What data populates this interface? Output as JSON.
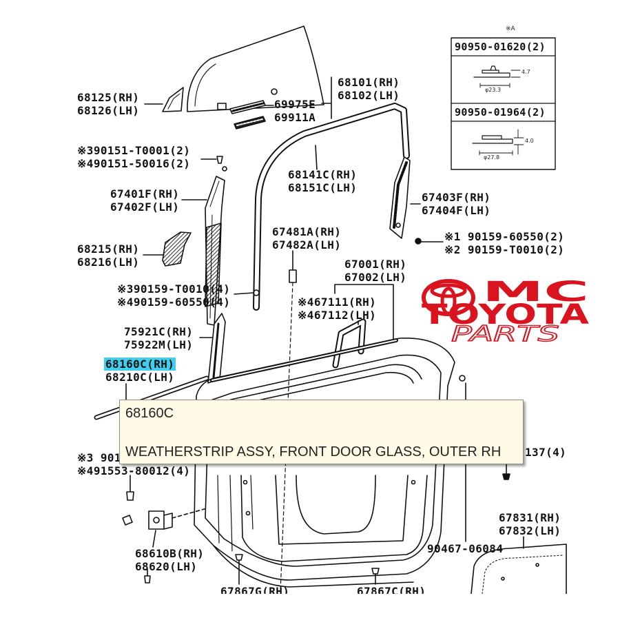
{
  "inset": {
    "marker": "※A",
    "parts": [
      {
        "number": "90950-01620(2)",
        "dim_a": "4.7",
        "dim_b": "φ23.3"
      },
      {
        "number": "90950-01964(2)",
        "dim_a": "4.0",
        "dim_b": "φ27.8"
      }
    ]
  },
  "callouts": [
    [
      "68125(RH)",
      "68126(LH)"
    ],
    [
      "69975E",
      "69911A"
    ],
    [
      "68101(RH)",
      "68102(LH)"
    ],
    [
      "※390151-T0001(2)",
      "※490151-50016(2)"
    ],
    [
      "68141C(RH)",
      "68151C(LH)"
    ],
    [
      "67401F(RH)",
      "67402F(LH)"
    ],
    [
      "67403F(RH)",
      "67404F(LH)"
    ],
    [
      "67481A(RH)",
      "67482A(LH)"
    ],
    [
      "※1 90159-60550(2)",
      "※2 90159-T0010(2)"
    ],
    [
      "68215(RH)",
      "68216(LH)"
    ],
    [
      "67001(RH)",
      "67002(LH)"
    ],
    [
      "※390159-T0010(4)",
      "※490159-60550(4)"
    ],
    [
      "※467111(RH)",
      "※467112(LH)"
    ],
    [
      "75921C(RH)",
      "75922M(LH)"
    ],
    [
      "68160C(RH)",
      "68210C(LH)"
    ],
    [
      "※3 901",
      "※491553-80012(4)"
    ],
    [
      "137(4)"
    ],
    [
      "68610B(RH)",
      "68620(LH)"
    ],
    [
      "90467-06084"
    ],
    [
      "67831(RH)",
      "67832(LH)"
    ],
    [
      "67867G(RH)"
    ],
    [
      "67867C(RH)"
    ]
  ],
  "tooltip": {
    "part_number": "68160C",
    "description": "WEATHERSTRIP ASSY, FRONT DOOR GLASS, OUTER RH"
  },
  "logo": {
    "line1": "MC",
    "line2": "TOYOTA",
    "line3": "PARTS"
  },
  "colors": {
    "logo_red": "#d9141f",
    "highlight": "#3fd0f0",
    "tooltip_bg": "#fffbe6"
  }
}
